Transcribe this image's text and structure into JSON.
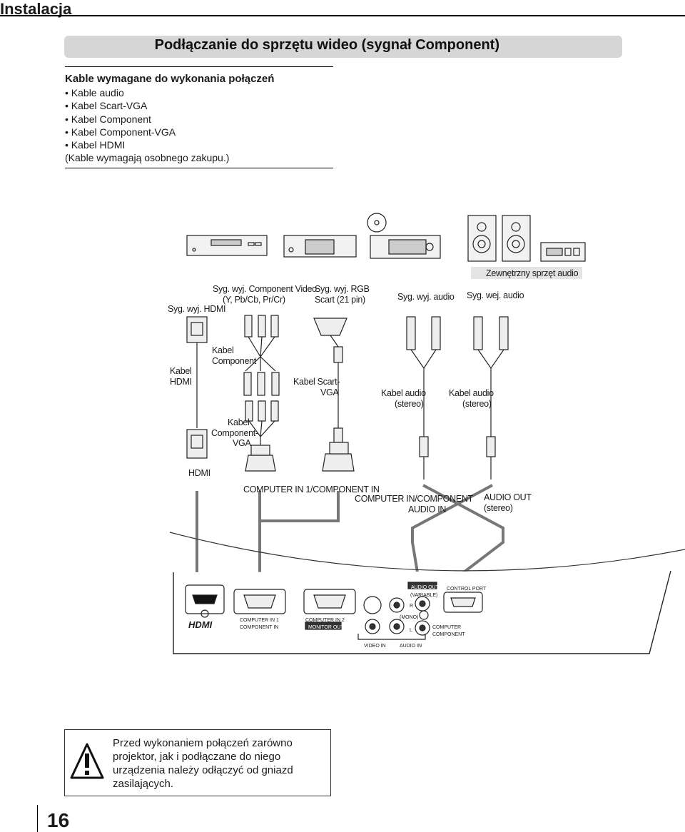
{
  "header": {
    "title": "Instalacja"
  },
  "section": {
    "title": "Podłączanie do sprzętu wideo (sygnał Component)"
  },
  "requirements": {
    "heading": "Kable wymagane do wykonania połączeń",
    "items": [
      "• Kable audio",
      "• Kabel Scart-VGA",
      "• Kabel Component",
      "• Kabel Component-VGA",
      "• Kabel HDMI"
    ],
    "note": "(Kable wymagają osobnego zakupu.)"
  },
  "diagram": {
    "ext_audio_label": "Zewnętrzny sprzęt audio",
    "signals": {
      "hdmi_out": "Syg. wyj. HDMI",
      "component_out_1": "Syg. wyj. Component Video",
      "component_out_2": "(Y, Pb/Cb, Pr/Cr)",
      "rgb_out_1": "Syg. wyj. RGB",
      "rgb_out_2": "Scart (21 pin)",
      "audio_out": "Syg. wyj. audio",
      "audio_in": "Syg. wej. audio"
    },
    "cables": {
      "hdmi_1": "Kabel",
      "hdmi_2": "HDMI",
      "component_1": "Kabel",
      "component_2": "Component",
      "scart_1": "Kabel Scart-",
      "scart_2": "VGA",
      "audio1_1": "Kabel audio",
      "audio1_2": "(stereo)",
      "audio2_1": "Kabel audio",
      "audio2_2": "(stereo)",
      "compvga_1": "Kabel",
      "compvga_2": "Component-",
      "compvga_3": "VGA"
    },
    "ports": {
      "hdmi": "HDMI",
      "computer_in_1": "COMPUTER IN 1/COMPONENT IN",
      "computer_audio_1": "COMPUTER IN/COMPONENT",
      "computer_audio_2": "AUDIO IN",
      "audio_out_1": "AUDIO OUT",
      "audio_out_2": "(stereo)"
    },
    "panel": {
      "hdmi_logo": "HDMI",
      "comp1_a": "COMPUTER IN 1",
      "comp1_b": "COMPONENT IN",
      "comp2_a": "COMPUTER IN 2",
      "monitor_out": "MONITOR OUT",
      "audio_out": "AUDIO OUT",
      "variable": "(VARIABLE)",
      "control_port": "CONTROL PORT",
      "r": "R",
      "l": "L",
      "mono": "(MONO)",
      "computer_component_1": "COMPUTER",
      "computer_component_2": "COMPONENT",
      "video_in": "VIDEO IN",
      "audio_in": "AUDIO IN"
    }
  },
  "warning": {
    "text": "Przed wykonaniem połączeń zarówno projektor, jak i podłączane do niego urządzenia należy odłączyć od gniazd zasilających."
  },
  "page": {
    "number": "16"
  }
}
